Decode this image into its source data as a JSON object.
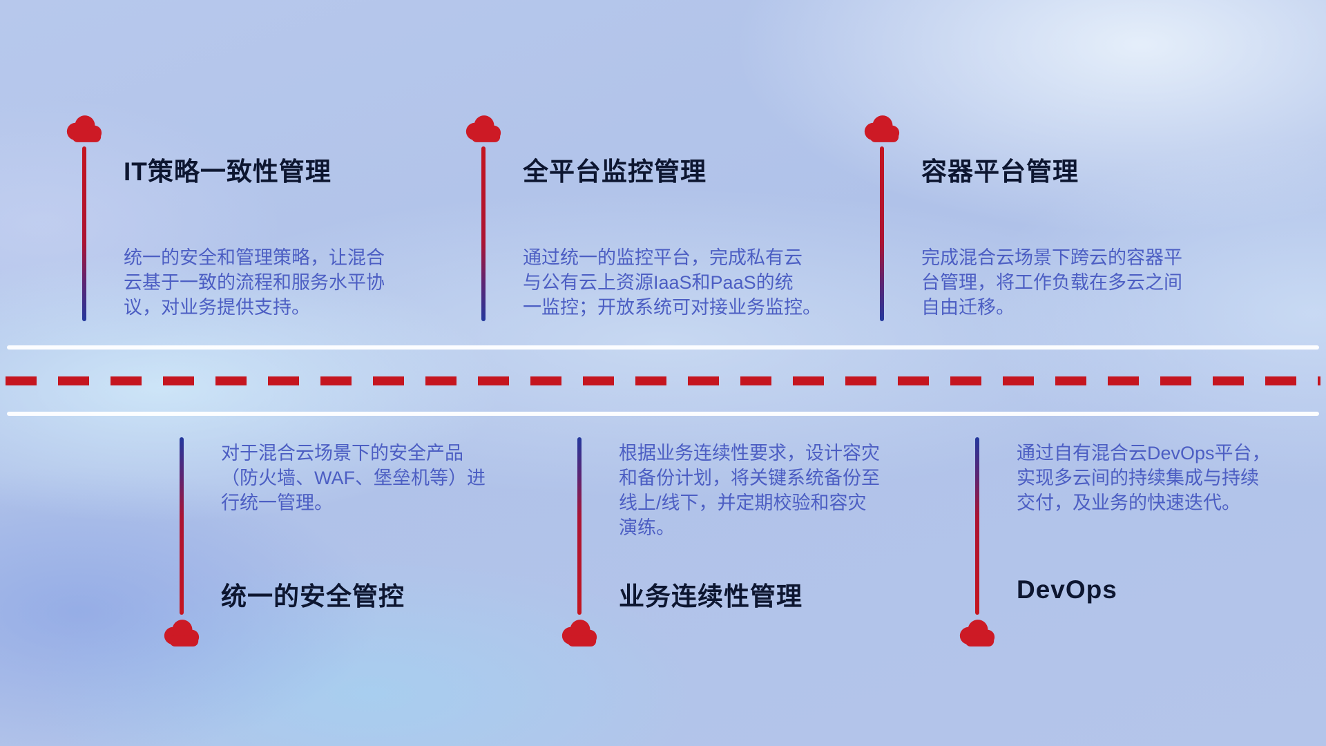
{
  "top_items": [
    {
      "title": "IT策略一致性管理",
      "description": "统一的安全和管理策略，让混合\n云基于一致的流程和服务水平协\n议，对业务提供支持。"
    },
    {
      "title": "全平台监控管理",
      "description": "通过统一的监控平台，完成私有云\n与公有云上资源IaaS和PaaS的统\n一监控；开放系统可对接业务监控。"
    },
    {
      "title": "容器平台管理",
      "description": "完成混合云场景下跨云的容器平\n台管理，将工作负载在多云之间\n自由迁移。"
    }
  ],
  "bottom_items": [
    {
      "title": "统一的安全管控",
      "description": "对于混合云场景下的安全产品\n（防火墙、WAF、堡垒机等）进\n行统一管理。"
    },
    {
      "title": "业务连续性管理",
      "description": "根据业务连续性要求，设计容灾\n和备份计划，将关键系统备份至\n线上/线下，并定期校验和容灾\n演练。"
    },
    {
      "title": "DevOps",
      "description": "通过自有混合云DevOps平台，\n实现多云间的持续集成与持续\n交付，及业务的快速迭代。"
    }
  ],
  "colors": {
    "red": "#c5151f",
    "cloud-red": "#cd1a25",
    "stem-blue": "#23389d",
    "title-color": "#0d1630",
    "desc-color": "#4c5ec3",
    "road-white": "#ffffff"
  }
}
